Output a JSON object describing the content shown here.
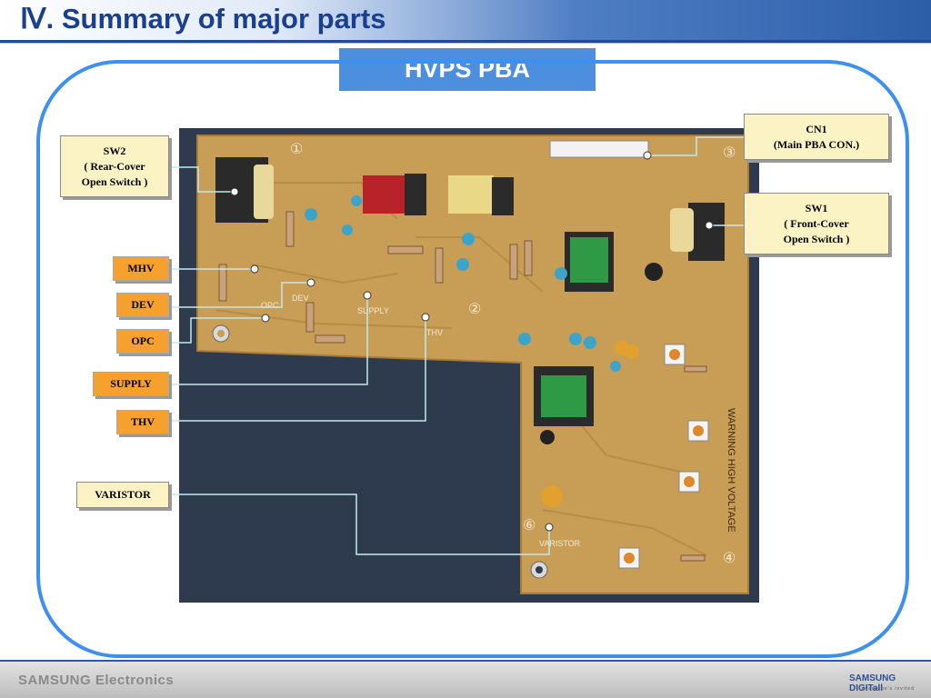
{
  "header": {
    "title": "Ⅳ. Summary of major parts"
  },
  "banner": {
    "title": "HVPS PBA"
  },
  "callouts": {
    "sw2": "SW2\n( Rear-Cover\nOpen Switch )",
    "cn1": "CN1\n(Main PBA CON.)",
    "sw1": "SW1\n( Front-Cover\nOpen Switch )"
  },
  "tags": {
    "mhv": "MHV",
    "dev": "DEV",
    "opc": "OPC",
    "supply": "SUPPLY",
    "thv": "THV",
    "varistor": "VARISTOR"
  },
  "board_text": {
    "warning": "WARNING HIGH VOLTAGE",
    "n1": "①",
    "n2": "②",
    "n3": "③",
    "n4": "④",
    "n6": "⑥",
    "dev": "DEV",
    "opc": "OPC",
    "supply": "SUPPLY",
    "thv": "THV",
    "varistor": "VARISTOR"
  },
  "footer": {
    "left": "SAMSUNG Electronics",
    "right": "SAMSUNG DIGITall",
    "tagline": "everyone's invited"
  },
  "colors": {
    "frame": "#3d8ff0",
    "banner": "#4d8fdf",
    "tag": "#f6a12e",
    "callout": "#fbf3c4",
    "pcb": "#c49a52"
  }
}
